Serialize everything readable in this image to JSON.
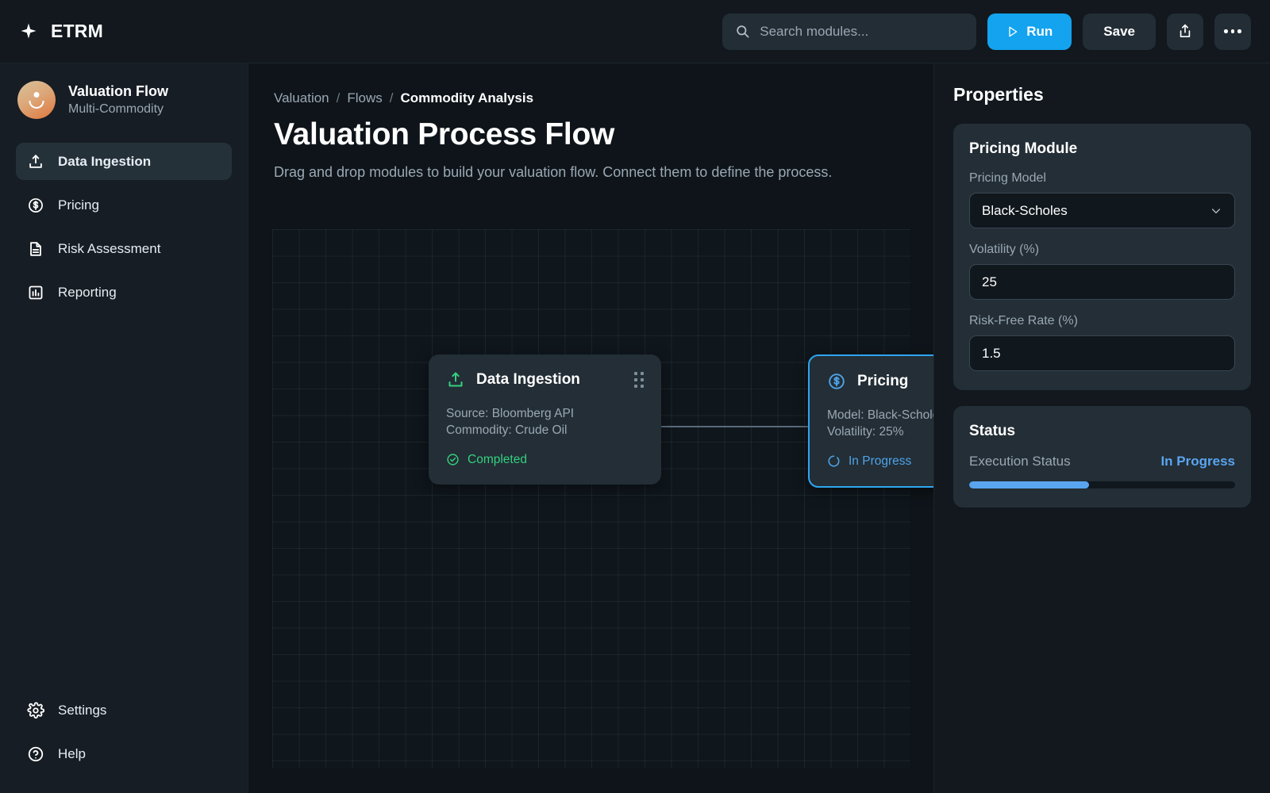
{
  "app": {
    "brand": "ETRM",
    "logo_icon": "sparkle-icon"
  },
  "topbar": {
    "search_placeholder": "Search modules...",
    "search_value": "",
    "run_label": "Run",
    "save_label": "Save",
    "share_icon": "share-icon",
    "more_icon": "more-horizontal-icon"
  },
  "sidebar": {
    "profile": {
      "title": "Valuation Flow",
      "subtitle": "Multi-Commodity"
    },
    "items": [
      {
        "label": "Data Ingestion",
        "icon": "upload-icon",
        "active": true
      },
      {
        "label": "Pricing",
        "icon": "dollar-circle-icon",
        "active": false
      },
      {
        "label": "Risk Assessment",
        "icon": "document-icon",
        "active": false
      },
      {
        "label": "Reporting",
        "icon": "bar-chart-icon",
        "active": false
      }
    ],
    "bottom_items": [
      {
        "label": "Settings",
        "icon": "gear-icon"
      },
      {
        "label": "Help",
        "icon": "help-circle-icon"
      }
    ]
  },
  "main": {
    "breadcrumb": [
      "Valuation",
      "Flows",
      "Commodity Analysis"
    ],
    "breadcrumb_separator": "/",
    "title": "Valuation Process Flow",
    "description": "Drag and drop modules to build your valuation flow. Connect them to define the process."
  },
  "nodes": [
    {
      "title": "Data Ingestion",
      "icon": "upload-icon",
      "icon_color": "#34d17e",
      "meta_line_1": "Source: Bloomberg API",
      "meta_line_2": "Commodity: Crude Oil",
      "status": "Completed",
      "status_icon": "check-circle-icon",
      "status_color": "#34d17e",
      "selected": false
    },
    {
      "title": "Pricing",
      "icon": "dollar-circle-icon",
      "icon_color": "#4ea3e8",
      "meta_line_1": "Model: Black-Scholes",
      "meta_line_2": "Volatility: 25%",
      "status": "In Progress",
      "status_icon": "spinner-icon",
      "status_color": "#4ea3e8",
      "selected": true
    }
  ],
  "properties": {
    "heading": "Properties",
    "module_card": {
      "title": "Pricing Module",
      "fields": [
        {
          "label": "Pricing Model",
          "value": "Black-Scholes",
          "type": "select"
        },
        {
          "label": "Volatility (%)",
          "value": "25",
          "type": "text"
        },
        {
          "label": "Risk-Free Rate (%)",
          "value": "1.5",
          "type": "text"
        }
      ]
    },
    "status_card": {
      "title": "Status",
      "status_key": "Execution Status",
      "status_value": "In Progress",
      "progress_percent": 45
    }
  },
  "colors": {
    "accent": "#13a3ef",
    "success": "#34d17e",
    "progress": "#5aa5f0",
    "background": "#0e1419",
    "panel": "#12181d",
    "card": "#232e36"
  }
}
